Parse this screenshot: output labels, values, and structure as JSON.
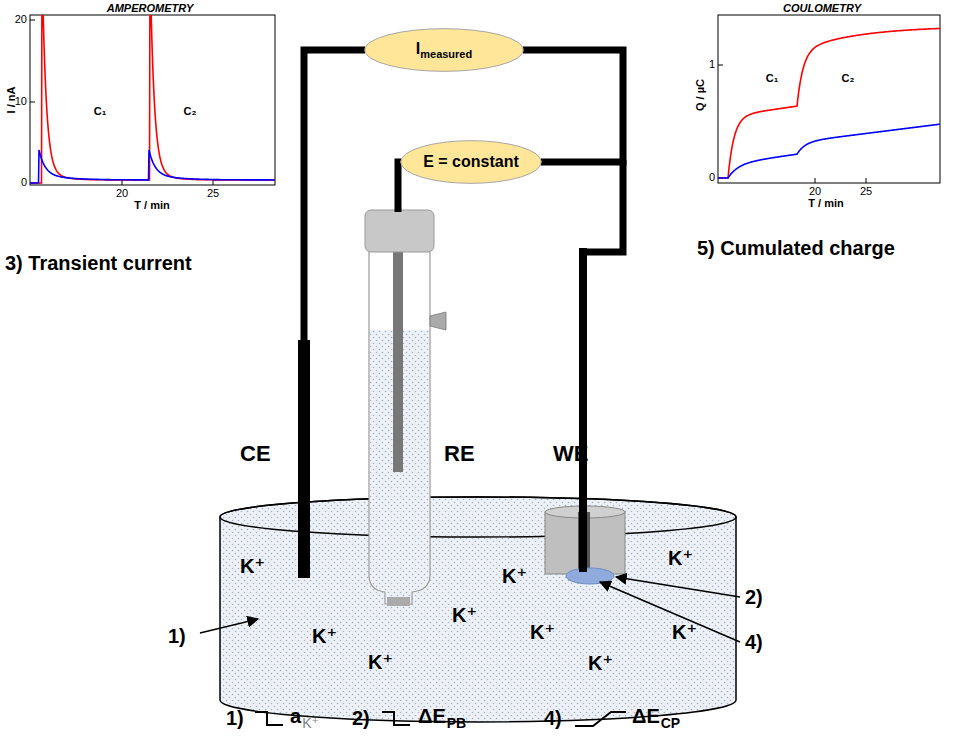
{
  "diagram": {
    "nodes": [
      {
        "text": [
          "I",
          "measured"
        ]
      },
      {
        "text": [
          "E = constant"
        ]
      }
    ],
    "edges": [
      {
        "from": 0,
        "to": 1,
        "arrow": "none"
      }
    ],
    "labels": [
      "AMPEROMETRY",
      "20",
      "10",
      "0",
      "I / nA",
      "C₁",
      "C₂",
      "20",
      "25",
      "T / min",
      "3) Transient current",
      "COULOMETRY",
      "1",
      "0",
      "Q / µC",
      "C₁",
      "C₂",
      "20",
      "25",
      "T / min",
      "5) Cumulated charge",
      "CE",
      "RE",
      "WE",
      "K⁺",
      "K⁺",
      "K⁺",
      "K⁺",
      "K⁺",
      "K⁺",
      "K⁺",
      "K⁺",
      "K⁺",
      "1)",
      "2)",
      "4)",
      "1)",
      "a",
      "K⁺",
      "2)",
      "ΔE",
      "PB",
      "4)",
      "ΔE",
      "CP"
    ]
  }
}
